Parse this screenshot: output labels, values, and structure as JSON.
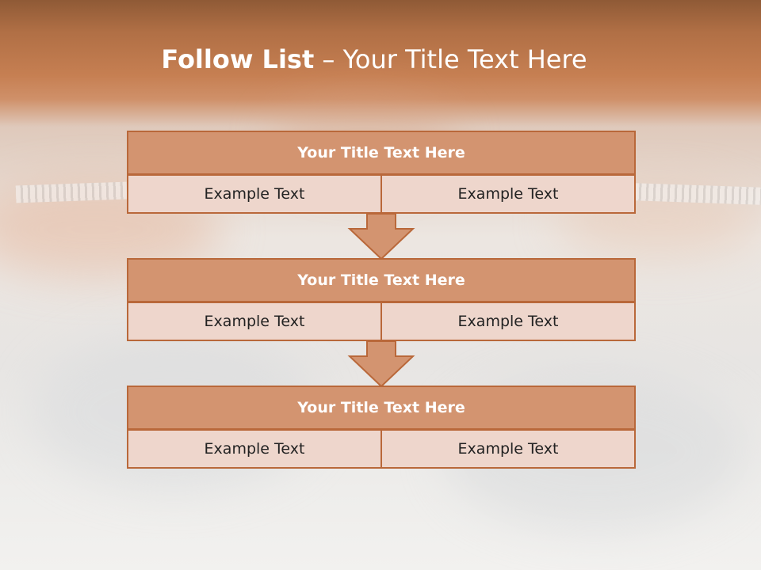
{
  "slide": {
    "title_bold": "Follow List",
    "title_rest": " – Your Title Text Here",
    "colors": {
      "header_fill": "#d39470",
      "border": "#b9683a",
      "cell_fill": "#eed6cc",
      "title_text": "#ffffff"
    },
    "blocks": [
      {
        "title": "Your Title Text Here",
        "left": "Example Text",
        "right": "Example Text"
      },
      {
        "title": "Your Title Text Here",
        "left": "Example Text",
        "right": "Example Text"
      },
      {
        "title": "Your Title Text Here",
        "left": "Example Text",
        "right": "Example Text"
      }
    ]
  }
}
